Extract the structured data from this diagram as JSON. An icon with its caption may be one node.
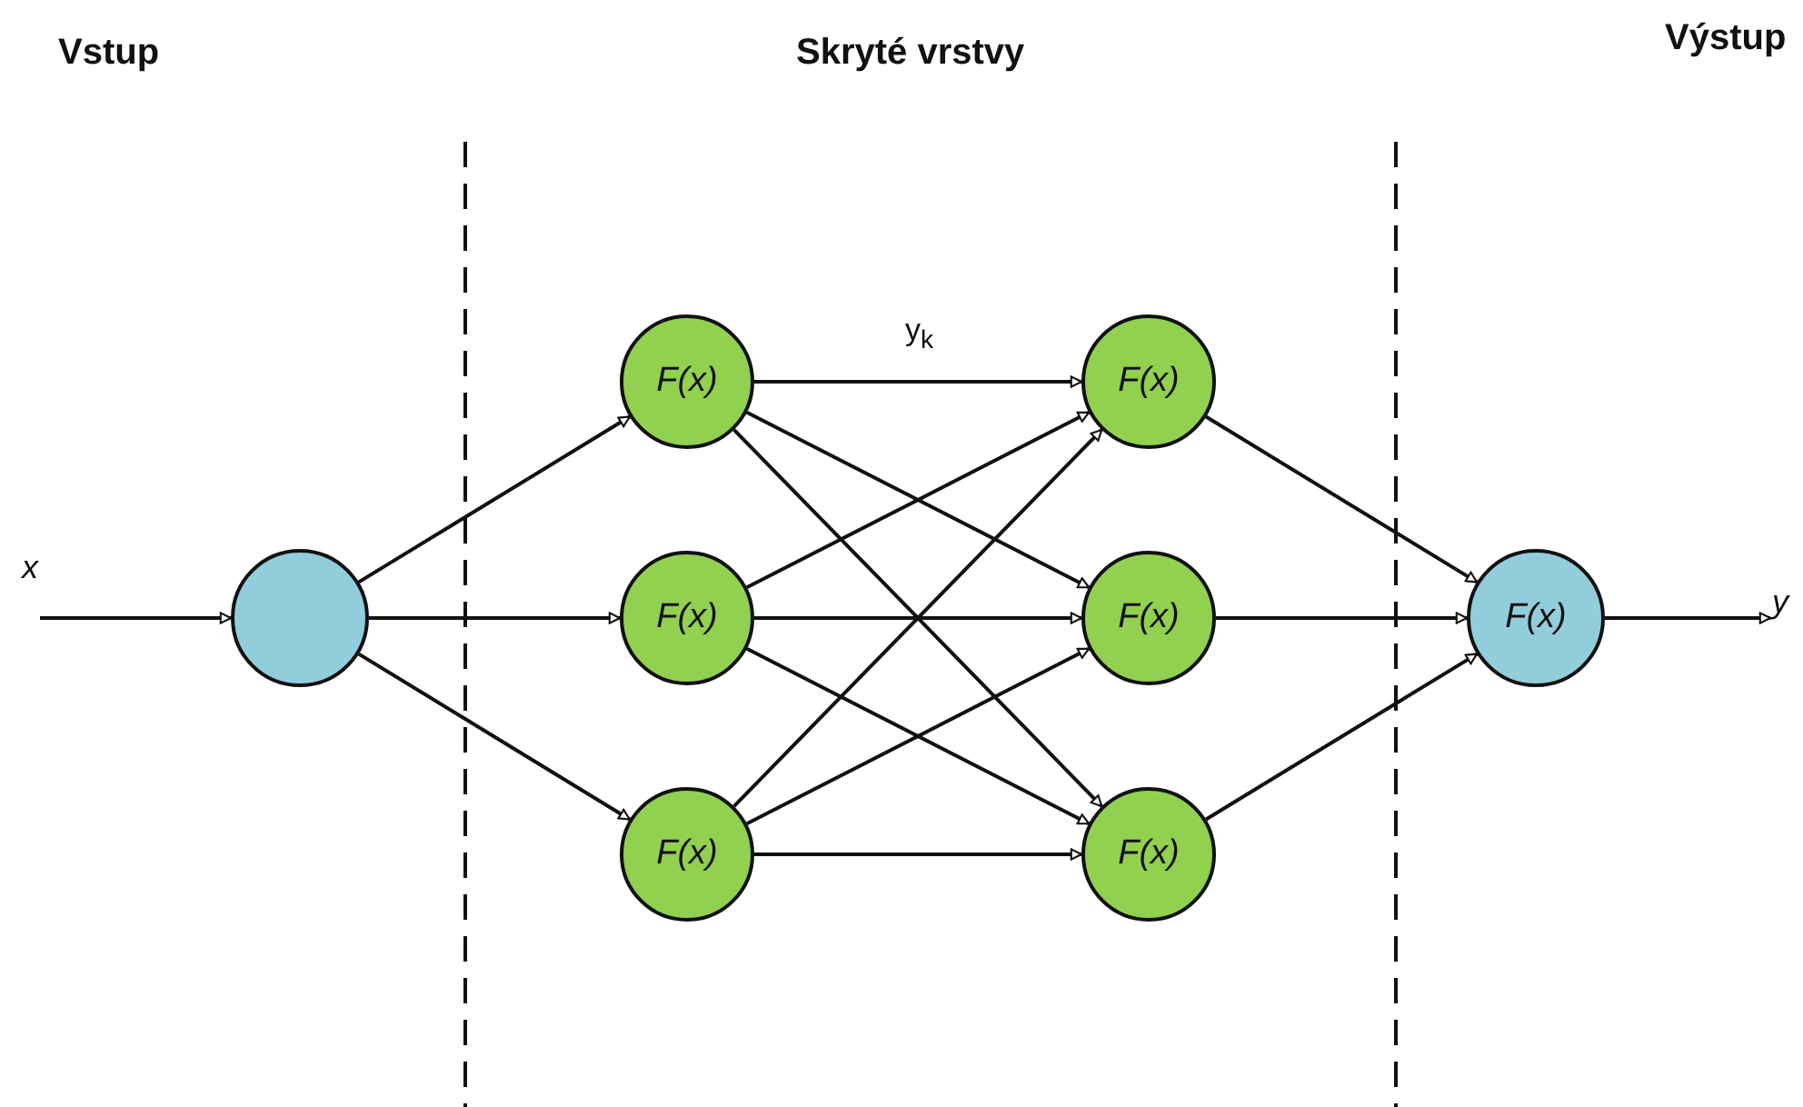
{
  "diagram": {
    "nodes": [
      {
        "text": [],
        "shape": "circle"
      },
      {
        "text": [
          "F(x)"
        ]
      },
      {
        "text": [
          "F(x)"
        ]
      },
      {
        "text": [
          "F(x)"
        ]
      },
      {
        "text": [
          "F(x)"
        ]
      },
      {
        "text": [
          "F(x)"
        ]
      },
      {
        "text": [
          "F(x)"
        ]
      },
      {
        "text": [
          "F(x)"
        ]
      },
      {
        "text": [
          "y"
        ]
      }
    ],
    "edges": [
      {
        "from": null,
        "to": 0,
        "arrow": "to"
      },
      {
        "from": 0,
        "to": 1,
        "arrow": "to"
      },
      {
        "from": 0,
        "to": 2,
        "arrow": "to"
      },
      {
        "from": 0,
        "to": 3,
        "arrow": "to"
      },
      {
        "from": 1,
        "to": 4,
        "arrow": "to"
      },
      {
        "from": 1,
        "to": 5,
        "arrow": "to"
      },
      {
        "from": 1,
        "to": 6,
        "arrow": "to"
      },
      {
        "from": 2,
        "to": 4,
        "arrow": "to"
      },
      {
        "from": 2,
        "to": 5,
        "arrow": "to"
      },
      {
        "from": 2,
        "to": 6,
        "arrow": "to"
      },
      {
        "from": 3,
        "to": 4,
        "arrow": "to"
      },
      {
        "from": 3,
        "to": 5,
        "arrow": "to"
      },
      {
        "from": 3,
        "to": 6,
        "arrow": "to"
      },
      {
        "from": 4,
        "to": 7,
        "arrow": "to"
      },
      {
        "from": 5,
        "to": 7,
        "arrow": "to"
      },
      {
        "from": 6,
        "to": 7,
        "arrow": "to"
      },
      {
        "from": 7,
        "to": 8,
        "arrow": "to"
      }
    ],
    "labels": [
      "Vstup",
      "Skryté vrstvy",
      "Výstup",
      "x",
      "y$_{k}$"
    ]
  }
}
